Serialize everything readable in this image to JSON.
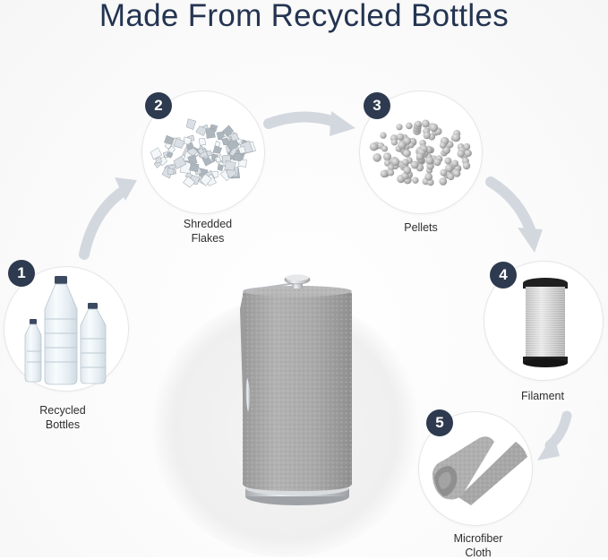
{
  "title": "Made From Recycled Bottles",
  "steps": [
    {
      "number": "1",
      "label_lines": [
        "Recycled",
        "Bottles"
      ],
      "icon": "plastic-bottles-icon"
    },
    {
      "number": "2",
      "label_lines": [
        "Shredded",
        "Flakes"
      ],
      "icon": "plastic-flakes-icon"
    },
    {
      "number": "3",
      "label_lines": [
        "Pellets"
      ],
      "icon": "pellets-icon"
    },
    {
      "number": "4",
      "label_lines": [
        "Filament"
      ],
      "icon": "filament-spool-icon"
    },
    {
      "number": "5",
      "label_lines": [
        "Microfiber",
        "Cloth"
      ],
      "icon": "microfiber-cloth-icon"
    }
  ],
  "product": {
    "icon": "paper-towel-holder-icon"
  },
  "colors": {
    "title": "#243451",
    "badge": "#2d3a4f",
    "arrow": "#d3d8df",
    "fabric": "#a9a9a9"
  }
}
